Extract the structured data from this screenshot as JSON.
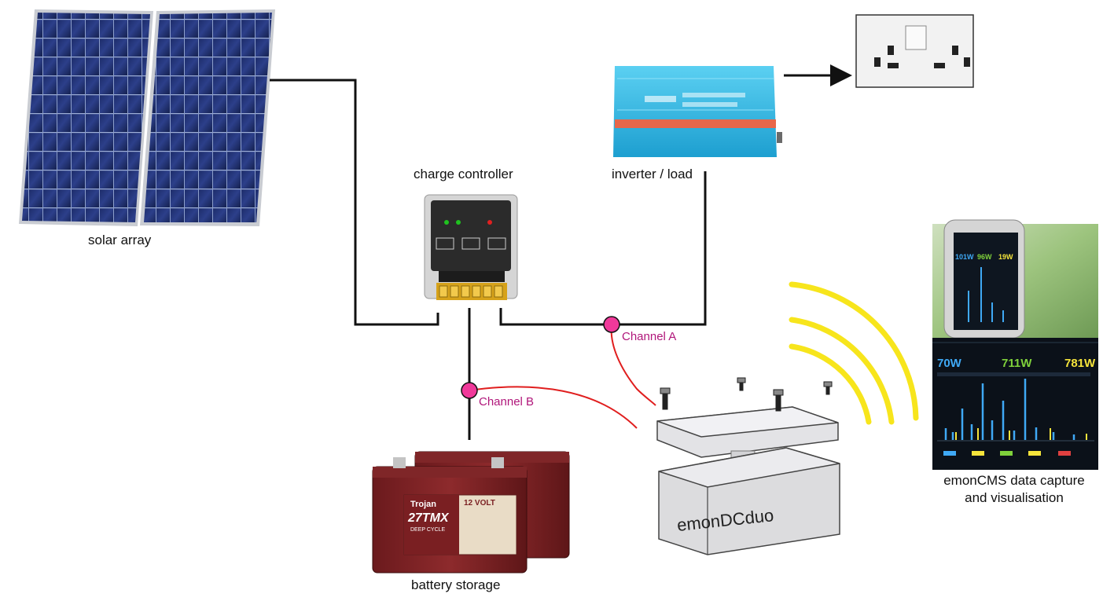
{
  "labels": {
    "solar_array": "solar array",
    "charge_controller": "charge controller",
    "inverter_load": "inverter / load",
    "battery_storage": "battery storage",
    "emondcduo": "emonDCduo",
    "emoncms_line1": "emonCMS data capture",
    "emoncms_line2": "and visualisation",
    "channel_a": "Channel A",
    "channel_b": "Channel B"
  },
  "battery": {
    "brand": "Trojan",
    "voltage": "12 VOLT",
    "model": "27TMX",
    "type": "DEEP CYCLE"
  },
  "dashboard": {
    "values": [
      "70W",
      "711W",
      "781W"
    ],
    "value_colors": [
      "#3fa9f5",
      "#7fd13b",
      "#f5e43b"
    ],
    "phone_values": [
      "101W",
      "96W",
      "19W"
    ]
  },
  "colors": {
    "wire": "#111111",
    "sense_wire": "#e01e1e",
    "channel_node": "#f0399a",
    "wireless": "#f7e51c",
    "inverter": "#2fb5e4",
    "inverter_stripe": "#e8674a",
    "battery": "#7a1f1f"
  }
}
